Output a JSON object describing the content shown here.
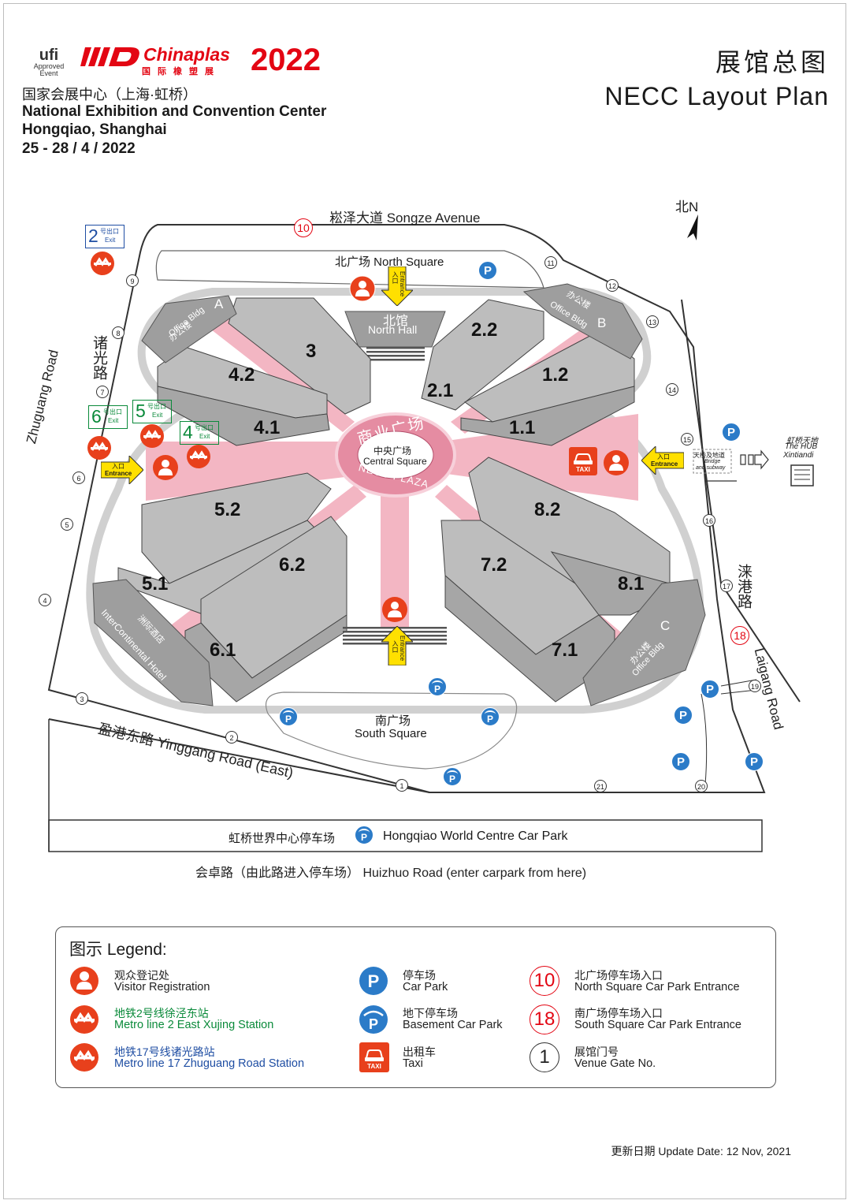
{
  "header": {
    "ufi_mark": "ufi",
    "ufi_sub1": "Approved",
    "ufi_sub2": "Event",
    "brand": "Chinaplas",
    "brand_cn": "国际橡塑展",
    "brand_year": "2022",
    "venue_cn": "国家会展中心（上海·虹桥）",
    "venue_en_line1": "National Exhibition and Convention Center",
    "venue_en_line2": "Hongqiao, Shanghai",
    "dates": "25 - 28 / 4 / 2022",
    "title_cn": "展馆总图",
    "title_en": "NECC Layout Plan"
  },
  "map": {
    "north_label": "北N",
    "roads": {
      "songze": "崧泽大道 Songze Avenue",
      "zhuguang_cn": "诸光路",
      "zhuguang_en": "Zhuguang Road",
      "laigang_cn": "涞港路",
      "laigang_en": "Laigang Road",
      "yinggang": "盈港东路 Yinggang Road (East)",
      "huizhuo": "会卓路（由此路进入停车场） Huizhuo Road (enter carpark from here)"
    },
    "squares": {
      "north": "北广场 North Square",
      "south_cn": "南广场",
      "south_en": "South Square",
      "plaza_cn": "商业广场",
      "plaza_en": "NECC PLAZA",
      "central_cn": "中央广场",
      "central_en": "Central Square"
    },
    "north_hall_cn": "北馆",
    "north_hall_en": "North Hall",
    "office_a_cn": "办公楼",
    "office_a_en": "Office Bldg",
    "office_a_letter": "A",
    "office_b_cn": "办公楼",
    "office_b_en": "Office Bldg",
    "office_b_letter": "B",
    "office_c_cn": "办公楼",
    "office_c_en": "Office Bldg",
    "office_c_letter": "C",
    "hotel_cn": "洲际酒店",
    "hotel_en": "InterContinental Hotel",
    "halls": [
      "3",
      "4.2",
      "4.1",
      "2.2",
      "1.2",
      "2.1",
      "1.1",
      "5.2",
      "6.2",
      "5.1",
      "6.1",
      "8.2",
      "7.2",
      "8.1",
      "7.1"
    ],
    "entrance_cn": "入口",
    "entrance_en": "Entrance",
    "exits": [
      {
        "num": "2",
        "cn": "号出口",
        "en": "Exit"
      },
      {
        "num": "6",
        "cn": "号出口",
        "en": "Exit"
      },
      {
        "num": "5",
        "cn": "号出口",
        "en": "Exit"
      },
      {
        "num": "4",
        "cn": "号出口",
        "en": "Exit"
      }
    ],
    "bridge_cn": "天桥及地道",
    "bridge_en1": "Bridge",
    "bridge_en2": "and subway",
    "hub_cn": "虹桥天地",
    "hub_en1": "The HUB",
    "hub_en2": "Xintiandi",
    "taxi": "TAXI",
    "car_park": "虹桥世界中心停车场",
    "car_park_en": "Hongqiao World Centre Car Park",
    "gates": [
      "1",
      "2",
      "3",
      "4",
      "5",
      "6",
      "7",
      "8",
      "9",
      "11",
      "12",
      "13",
      "14",
      "15",
      "16",
      "17",
      "19",
      "20",
      "21"
    ],
    "carpark_entrances": [
      "10",
      "18"
    ],
    "parking_letter": "P"
  },
  "legend": {
    "title": "图示 Legend:",
    "items": [
      {
        "cn": "观众登记处",
        "en": "Visitor Registration"
      },
      {
        "cn": "地铁2号线徐泾东站",
        "en": "Metro line 2 East Xujing Station"
      },
      {
        "cn": "地铁17号线诸光路站",
        "en": "Metro line 17 Zhuguang Road Station"
      },
      {
        "cn": "停车场",
        "en": "Car Park"
      },
      {
        "cn": "地下停车场",
        "en": "Basement Car Park"
      },
      {
        "cn": "出租车",
        "en": "Taxi"
      },
      {
        "cn": "北广场停车场入口",
        "en": "North Square Car Park Entrance",
        "num": "10"
      },
      {
        "cn": "南广场停车场入口",
        "en": "South Square Car Park Entrance",
        "num": "18"
      },
      {
        "cn": "展馆门号",
        "en": "Venue Gate No.",
        "num": "1"
      }
    ]
  },
  "update": "更新日期 Update Date: 12 Nov, 2021",
  "colors": {
    "brand_red": "#e30613",
    "plaza_pink": "#f3b6c3",
    "hall_grey": "#bdbdbd",
    "parking_blue": "#2b7bc8",
    "entrance_yellow": "#ffe000",
    "exit_green": "#0a8a3a"
  }
}
